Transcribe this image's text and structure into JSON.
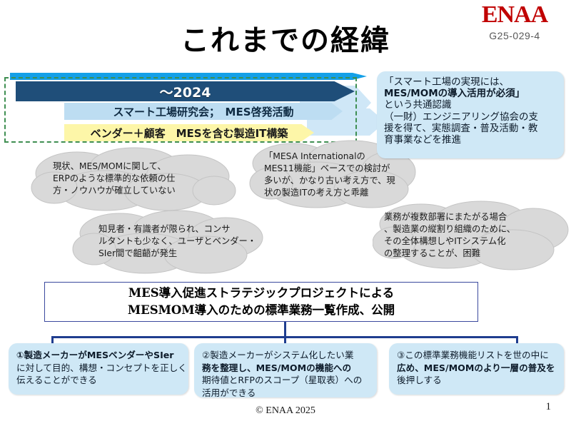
{
  "logo": {
    "mark": "ENAA",
    "code": "G25-029-4"
  },
  "title": "これまでの経緯",
  "timeline": {
    "banner_year": "〜2024",
    "banner_study": "スマート工場研究会；　MES啓発活動",
    "banner_vendor": "ベンダー＋顧客　MESを含む製造IT構築"
  },
  "note_box": {
    "lines": [
      "「スマート工場の実現には、",
      "MES/MOMの導入活用が必須」",
      "という共通認識",
      "（一財）エンジニアリング協会の支",
      "援を得て、実態調査・普及活動・教",
      "育事業などを推進"
    ]
  },
  "clouds": [
    {
      "name": "cloud-standard-request",
      "lines": [
        "現状、MES/MOMに関して、",
        "ERPのような標準的な依頼の仕",
        "方・ノウハウが確立していない"
      ]
    },
    {
      "name": "cloud-mesa-11",
      "lines": [
        "「MESA Internationalの",
        "MES11機能」ベースでの検討が",
        "多いが、かなり古い考え方で、現",
        "状の製造ITの考え方と乖離"
      ]
    },
    {
      "name": "cloud-experts-limited",
      "lines": [
        "知見者・有識者が限られ、コンサ",
        "ルタントも少なく、ユーザとベンダー・",
        "SIer間で齟齬が発生"
      ]
    },
    {
      "name": "cloud-cross-department",
      "lines": [
        "業務が複数部署にまたがる場合",
        "、製造業の縦割り組織のために、",
        "その全体構想しやITシステム化",
        "の整理することが、困難"
      ]
    }
  ],
  "center_box": {
    "line1": "MES導入促進ストラテジックプロジェクトによる",
    "line2": "MESMOM導入のための標準業務一覧作成、公開"
  },
  "outcomes": [
    {
      "name": "outcome-1",
      "lines": [
        "①製造メーカーがMESベンダーやSIer",
        "に対して目的、構想・コンセプトを正しく",
        "伝えることができる"
      ]
    },
    {
      "name": "outcome-2",
      "lines": [
        "②製造メーカーがシステム化したい業",
        "務を整理し、MES/MOMの機能への",
        "期待値とRFPのスコープ（星取表）への",
        "活用ができる"
      ]
    },
    {
      "name": "outcome-3",
      "lines": [
        "③この標準業務機能リストを世の中に",
        "広め、MES/MOMのより一層の普及を",
        "後押しする"
      ]
    }
  ],
  "footer": {
    "copyright": "© ENAA 2025",
    "page_number": "1"
  },
  "colors": {
    "logo_red": "#c00000",
    "banner_navy": "#1f4e79",
    "banner_light_blue": "#bdddf2",
    "banner_yellow": "#fdf6a8",
    "cyan_strip": "#14a0e8",
    "note_blue": "#cfe8f6",
    "cloud_gray": "#d9d9d9",
    "connector_blue": "#1f3d8f",
    "dashed_green": "#3f8f52"
  }
}
